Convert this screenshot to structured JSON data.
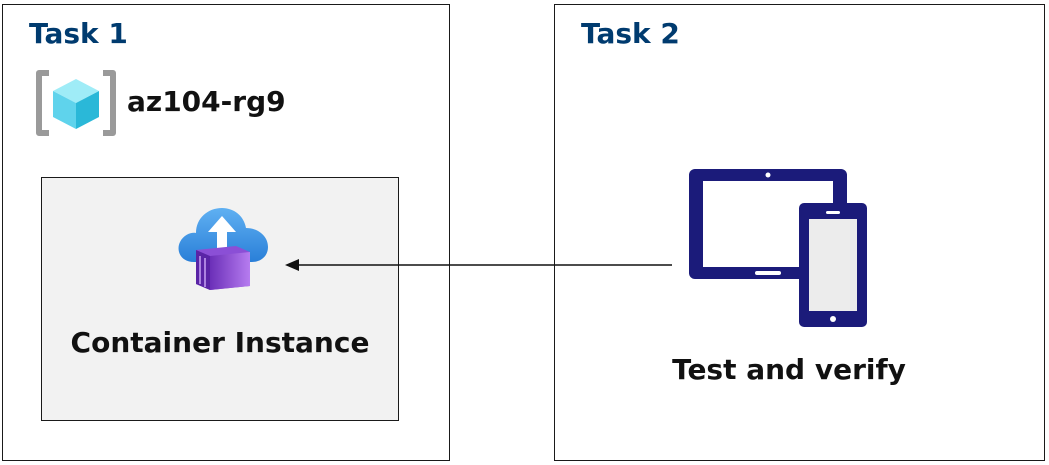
{
  "task1": {
    "title": "Task 1",
    "resource_group": {
      "icon": "resource-group-icon",
      "label": "az104-rg9"
    },
    "container_instance": {
      "icon": "container-instance-icon",
      "label": "Container Instance"
    }
  },
  "task2": {
    "title": "Task 2",
    "devices": {
      "icon": "devices-icon",
      "label": "Test and verify"
    }
  },
  "connector": {
    "from": "task2.devices",
    "to": "task1.container_instance",
    "style": "arrow"
  },
  "colors": {
    "title": "#003b6f",
    "text": "#111111",
    "border": "#1a1a1a",
    "box_fill": "#f2f2f2",
    "device_frame": "#1b1b7a",
    "cube_light": "#7fe3f4",
    "cube_dark": "#2ab8d8",
    "cloud": "#3a8fe0",
    "container": "#9b5bdc"
  }
}
